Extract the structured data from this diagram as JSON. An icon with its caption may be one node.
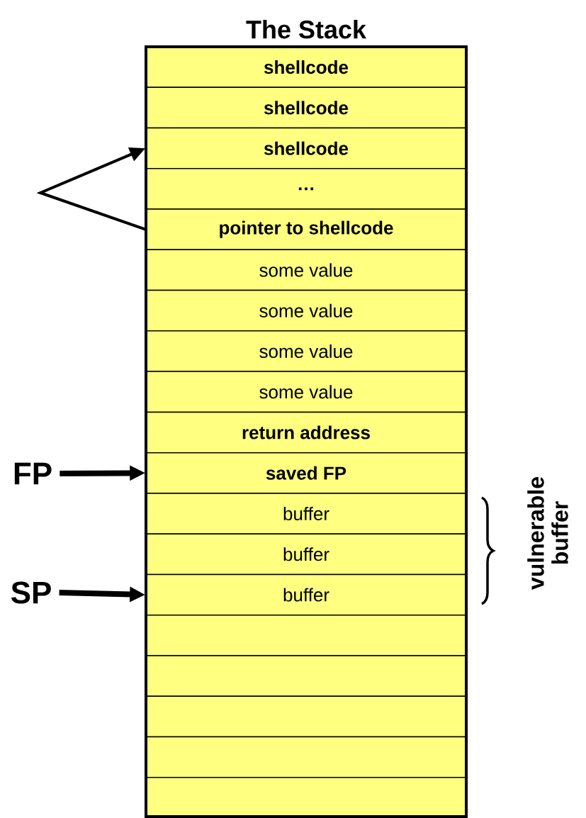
{
  "diagram": {
    "nodes": [
      {
        "text": [
          "The Stack"
        ]
      },
      {
        "text": [
          "shellcode"
        ],
        "in": 0
      },
      {
        "text": [
          "shellcode"
        ],
        "in": 0
      },
      {
        "text": [
          "shellcode"
        ],
        "in": 0
      },
      {
        "text": [
          "…"
        ],
        "in": 0
      },
      {
        "text": [
          "pointer to shellcode"
        ],
        "in": 0
      },
      {
        "text": [
          "some value"
        ],
        "in": 0
      },
      {
        "text": [
          "some value"
        ],
        "in": 0
      },
      {
        "text": [
          "some value"
        ],
        "in": 0
      },
      {
        "text": [
          "some value"
        ],
        "in": 0
      },
      {
        "text": [
          "return address"
        ],
        "in": 0
      },
      {
        "text": [
          "saved FP"
        ],
        "in": 0
      },
      {
        "text": [
          "buffer"
        ],
        "in": 0
      },
      {
        "text": [
          "buffer"
        ],
        "in": 0
      },
      {
        "text": [
          "buffer"
        ],
        "in": 0
      },
      {
        "text": [],
        "shape": "box",
        "in": 0
      },
      {
        "text": [],
        "shape": "box",
        "in": 0
      },
      {
        "text": [],
        "shape": "box",
        "in": 0
      },
      {
        "text": [],
        "shape": "box",
        "in": 0
      },
      {
        "text": [],
        "shape": "box",
        "in": 0
      },
      {
        "text": [
          "FP"
        ]
      },
      {
        "text": [
          "SP"
        ]
      }
    ],
    "edges": [
      {
        "from": 5,
        "to": 3,
        "arrow": "to"
      },
      {
        "from": 20,
        "to": 11,
        "arrow": "to"
      },
      {
        "from": 21,
        "to": 14,
        "arrow": "to"
      }
    ],
    "labels": [
      "vulnerable buffer"
    ]
  }
}
